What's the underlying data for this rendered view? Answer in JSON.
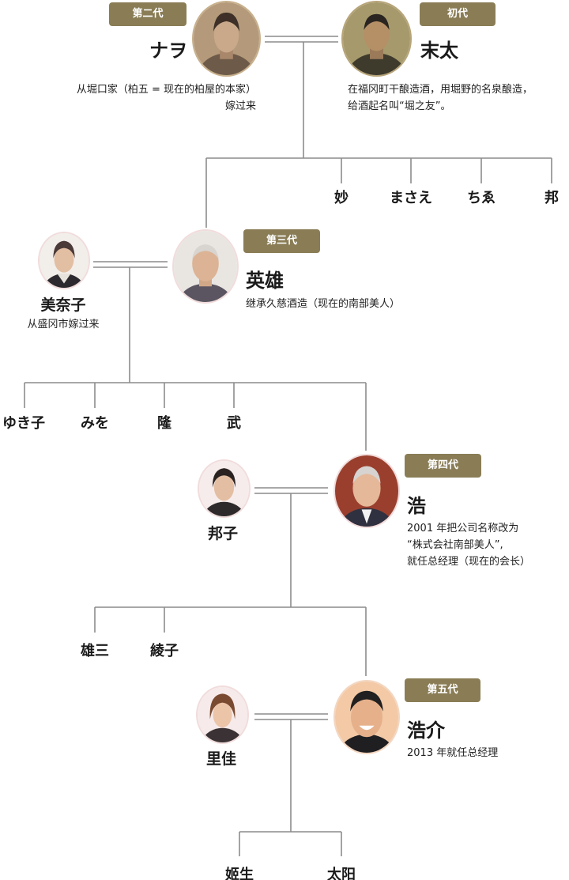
{
  "colors": {
    "badge": "#8a7d56",
    "line": "#8c8c8c",
    "photo_ring": "#f1dcdc"
  },
  "gen2": {
    "badge": "第二代",
    "name": "ナヲ",
    "desc_lines": [
      "从堀口家（柏五 = 现在的柏屋的本家）",
      "嫁过来"
    ]
  },
  "gen1": {
    "badge": "初代",
    "name": "末太",
    "desc_lines": [
      "在福冈町干酿造酒，用堀野的名泉酿造，",
      "给酒起名叫“堀之友”。"
    ]
  },
  "gen1_children": [
    "妙",
    "まさえ",
    "ちゑ",
    "邦"
  ],
  "gen3": {
    "badge": "第三代",
    "name": "英雄",
    "desc": "继承久慈酒造（现在的南部美人）"
  },
  "gen3_spouse": {
    "name": "美奈子",
    "desc": "从盛冈市嫁过来"
  },
  "gen3_children": [
    "ゆき子",
    "みを",
    "隆",
    "武"
  ],
  "gen4": {
    "badge": "第四代",
    "name": "浩",
    "desc_lines": [
      "2001 年把公司名称改为",
      "“株式会社南部美人”,",
      "就任总经理（现在的会长）"
    ]
  },
  "gen4_spouse": {
    "name": "邦子"
  },
  "gen4_children": [
    "雄三",
    "綾子"
  ],
  "gen5": {
    "badge": "第五代",
    "name": "浩介",
    "desc": "2013 年就任总经理"
  },
  "gen5_spouse": {
    "name": "里佳"
  },
  "gen5_children": [
    "姬生",
    "太阳"
  ]
}
